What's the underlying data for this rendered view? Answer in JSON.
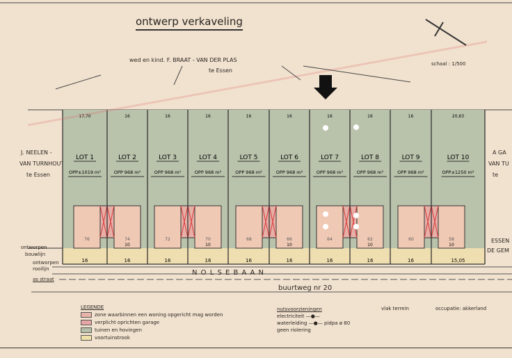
{
  "title": "ontwerp verkaveling",
  "owner": "wed en kind. F. BRAAT - VAN DER PLAS",
  "owner_place": "te Essen",
  "scale": "schaal : 1/500",
  "neighbor_left": [
    "J. NEELEN -",
    "VAN TURNHOUT",
    "te Essen"
  ],
  "neighbor_right": [
    "A GA",
    "VAN TU",
    "te"
  ],
  "neighbor_right_bottom": [
    "ESSEN",
    "DE GEM"
  ],
  "lots": [
    {
      "name": "LOT 1",
      "area": "OPP±1019 m²",
      "front": "17,70",
      "street": "16",
      "house": "76"
    },
    {
      "name": "LOT 2",
      "area": "OPP 968 m²",
      "front": "16",
      "street": "16",
      "house": "74"
    },
    {
      "name": "LOT 3",
      "area": "OPP 968 m²",
      "front": "16",
      "street": "16",
      "house": "72"
    },
    {
      "name": "LOT 4",
      "area": "OPP 968 m²",
      "front": "16",
      "street": "16",
      "house": "70"
    },
    {
      "name": "LOT 5",
      "area": "OPP 968 m²",
      "front": "16",
      "street": "16",
      "house": "68"
    },
    {
      "name": "LOT 6",
      "area": "OPP 968 m²",
      "front": "16",
      "street": "16",
      "house": "66"
    },
    {
      "name": "LOT 7",
      "area": "OPP 968 m²",
      "front": "16",
      "street": "16",
      "house": "64"
    },
    {
      "name": "LOT 8",
      "area": "OPP 968 m²",
      "front": "16",
      "street": "16",
      "house": "62"
    },
    {
      "name": "LOT 9",
      "area": "OPP 968 m²",
      "front": "16",
      "street": "16",
      "house": "60"
    },
    {
      "name": "LOT 10",
      "area": "OPP±1250 m²",
      "front": "20,63",
      "street": "15,05",
      "house": "58"
    }
  ],
  "side_labels": [
    "ontworpen",
    "bouwlijn",
    "ontworpen",
    "rooilijn",
    "as straat"
  ],
  "street": "N O L S E B A A N",
  "road": "buurtweg nr 20",
  "legend": {
    "title": "LEGENDE",
    "items": [
      {
        "label": "zone waarbinnen een woning opgericht mag worden",
        "color": "#e8b4a8"
      },
      {
        "label": "verplicht oprichten garage",
        "color": "#e6a6a6"
      },
      {
        "label": "tuinen en hovingen",
        "color": "#b5bfa8"
      },
      {
        "label": "voortuinstrook",
        "color": "#efdfa8"
      }
    ]
  },
  "utilities": {
    "title": "nutsvoorzieningen",
    "items": [
      "electriciteit",
      "waterleiding",
      "geen riolering"
    ],
    "pipe": "pidpa ø 80"
  },
  "terrain": "vlak terrein",
  "occupation": "occupatie: akkerland",
  "colors": {
    "garden": "#b9c2ab",
    "house": "#efc9b4",
    "front": "#efdeb0",
    "red": "#d83a3a"
  }
}
